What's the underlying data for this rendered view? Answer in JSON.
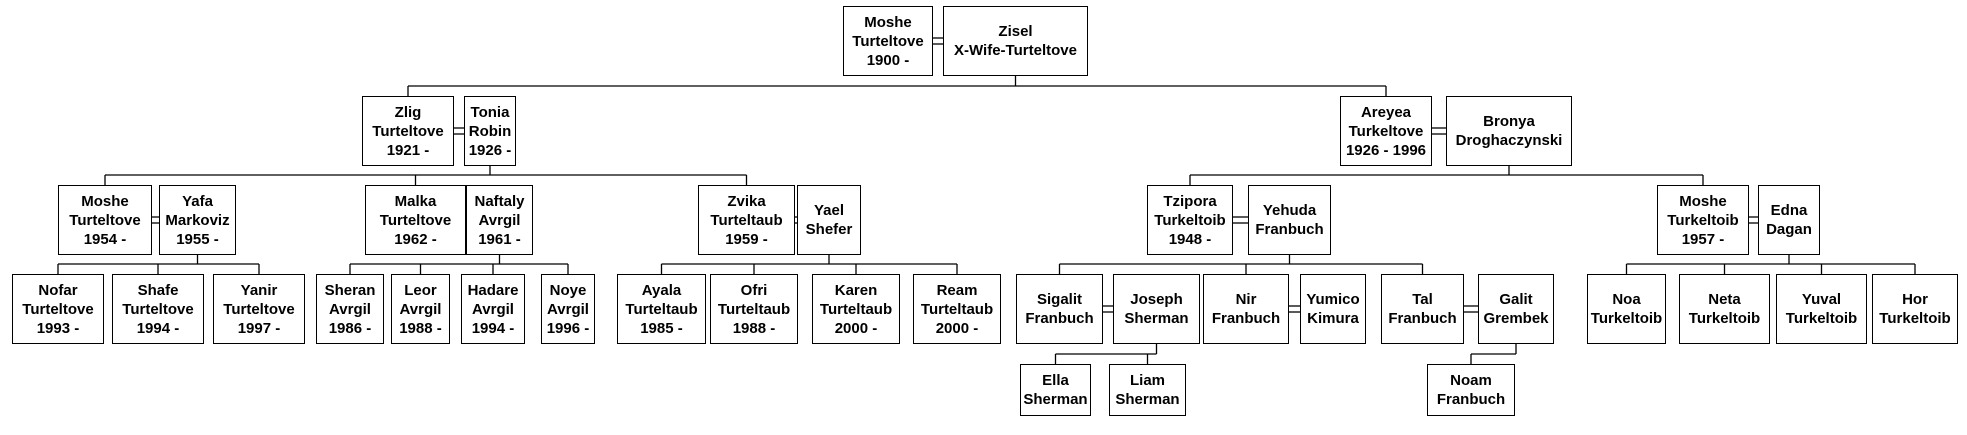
{
  "people": [
    {
      "id": "moshe1",
      "lines": [
        "Moshe",
        "Turteltove",
        "1900 -"
      ]
    },
    {
      "id": "zisel",
      "lines": [
        "Zisel",
        "X-Wife-Turteltove"
      ]
    },
    {
      "id": "zlig",
      "lines": [
        "Zlig",
        "Turteltove",
        "1921 -"
      ]
    },
    {
      "id": "tonia",
      "lines": [
        "Tonia",
        "Robin",
        "1926 -"
      ]
    },
    {
      "id": "areyea",
      "lines": [
        "Areyea",
        "Turkeltove",
        "1926 - 1996"
      ]
    },
    {
      "id": "bronya",
      "lines": [
        "Bronya",
        "Droghaczynski"
      ]
    },
    {
      "id": "moshe2",
      "lines": [
        "Moshe",
        "Turteltove",
        "1954 -"
      ]
    },
    {
      "id": "yafa",
      "lines": [
        "Yafa",
        "Markoviz",
        "1955 -"
      ]
    },
    {
      "id": "malka",
      "lines": [
        "Malka",
        "Turteltove",
        "1962 -"
      ]
    },
    {
      "id": "naftaly",
      "lines": [
        "Naftaly",
        "Avrgil",
        "1961 -"
      ]
    },
    {
      "id": "zvika",
      "lines": [
        "Zvika",
        "Turteltaub",
        "1959 -"
      ]
    },
    {
      "id": "yael",
      "lines": [
        "Yael",
        "Shefer"
      ]
    },
    {
      "id": "tzipora",
      "lines": [
        "Tzipora",
        "Turkeltoib",
        "1948 -"
      ]
    },
    {
      "id": "yehuda",
      "lines": [
        "Yehuda",
        "Franbuch"
      ]
    },
    {
      "id": "moshe3",
      "lines": [
        "Moshe",
        "Turkeltoib",
        "1957 -"
      ]
    },
    {
      "id": "edna",
      "lines": [
        "Edna",
        "Dagan"
      ]
    },
    {
      "id": "nofar",
      "lines": [
        "Nofar",
        "Turteltove",
        "1993 -"
      ]
    },
    {
      "id": "shafe",
      "lines": [
        "Shafe",
        "Turteltove",
        "1994 -"
      ]
    },
    {
      "id": "yanir",
      "lines": [
        "Yanir",
        "Turteltove",
        "1997 -"
      ]
    },
    {
      "id": "sheran",
      "lines": [
        "Sheran",
        "Avrgil",
        "1986 -"
      ]
    },
    {
      "id": "leor",
      "lines": [
        "Leor",
        "Avrgil",
        "1988 -"
      ]
    },
    {
      "id": "hadare",
      "lines": [
        "Hadare",
        "Avrgil",
        "1994 -"
      ]
    },
    {
      "id": "noye",
      "lines": [
        "Noye",
        "Avrgil",
        "1996 -"
      ]
    },
    {
      "id": "ayala",
      "lines": [
        "Ayala",
        "Turteltaub",
        "1985 -"
      ]
    },
    {
      "id": "ofri",
      "lines": [
        "Ofri",
        "Turteltaub",
        "1988 -"
      ]
    },
    {
      "id": "karen",
      "lines": [
        "Karen",
        "Turteltaub",
        "2000 -"
      ]
    },
    {
      "id": "ream",
      "lines": [
        "Ream",
        "Turteltaub",
        "2000 -"
      ]
    },
    {
      "id": "sigalit",
      "lines": [
        "Sigalit",
        "Franbuch"
      ]
    },
    {
      "id": "joseph",
      "lines": [
        "Joseph",
        "Sherman"
      ]
    },
    {
      "id": "nir",
      "lines": [
        "Nir",
        "Franbuch"
      ]
    },
    {
      "id": "yumico",
      "lines": [
        "Yumico",
        "Kimura"
      ]
    },
    {
      "id": "tal",
      "lines": [
        "Tal",
        "Franbuch"
      ]
    },
    {
      "id": "galit",
      "lines": [
        "Galit",
        "Grembek"
      ]
    },
    {
      "id": "noa",
      "lines": [
        "Noa",
        "Turkeltoib"
      ]
    },
    {
      "id": "neta",
      "lines": [
        "Neta",
        "Turkeltoib"
      ]
    },
    {
      "id": "yuval",
      "lines": [
        "Yuval",
        "Turkeltoib"
      ]
    },
    {
      "id": "hor",
      "lines": [
        "Hor",
        "Turkeltoib"
      ]
    },
    {
      "id": "ella",
      "lines": [
        "Ella",
        "Sherman"
      ]
    },
    {
      "id": "liam",
      "lines": [
        "Liam",
        "Sherman"
      ]
    },
    {
      "id": "noam",
      "lines": [
        "Noam",
        "Franbuch"
      ]
    }
  ],
  "couples": [
    {
      "a": "moshe1",
      "b": "zisel",
      "children": [
        "zlig",
        "areyea"
      ]
    },
    {
      "a": "zlig",
      "b": "tonia",
      "children": [
        "moshe2",
        "malka",
        "zvika"
      ]
    },
    {
      "a": "areyea",
      "b": "bronya",
      "children": [
        "tzipora",
        "moshe3"
      ]
    },
    {
      "a": "moshe2",
      "b": "yafa",
      "children": [
        "nofar",
        "shafe",
        "yanir"
      ]
    },
    {
      "a": "malka",
      "b": "naftaly",
      "children": [
        "sheran",
        "leor",
        "hadare",
        "noye"
      ]
    },
    {
      "a": "zvika",
      "b": "yael",
      "children": [
        "ayala",
        "ofri",
        "karen",
        "ream"
      ]
    },
    {
      "a": "tzipora",
      "b": "yehuda",
      "children": [
        "sigalit",
        "nir",
        "tal"
      ]
    },
    {
      "a": "moshe3",
      "b": "edna",
      "children": [
        "noa",
        "neta",
        "yuval",
        "hor"
      ]
    },
    {
      "a": "sigalit",
      "b": "joseph",
      "children": [
        "ella",
        "liam"
      ]
    },
    {
      "a": "nir",
      "b": "yumico",
      "children": []
    },
    {
      "a": "tal",
      "b": "galit",
      "children": [
        "noam"
      ]
    }
  ]
}
